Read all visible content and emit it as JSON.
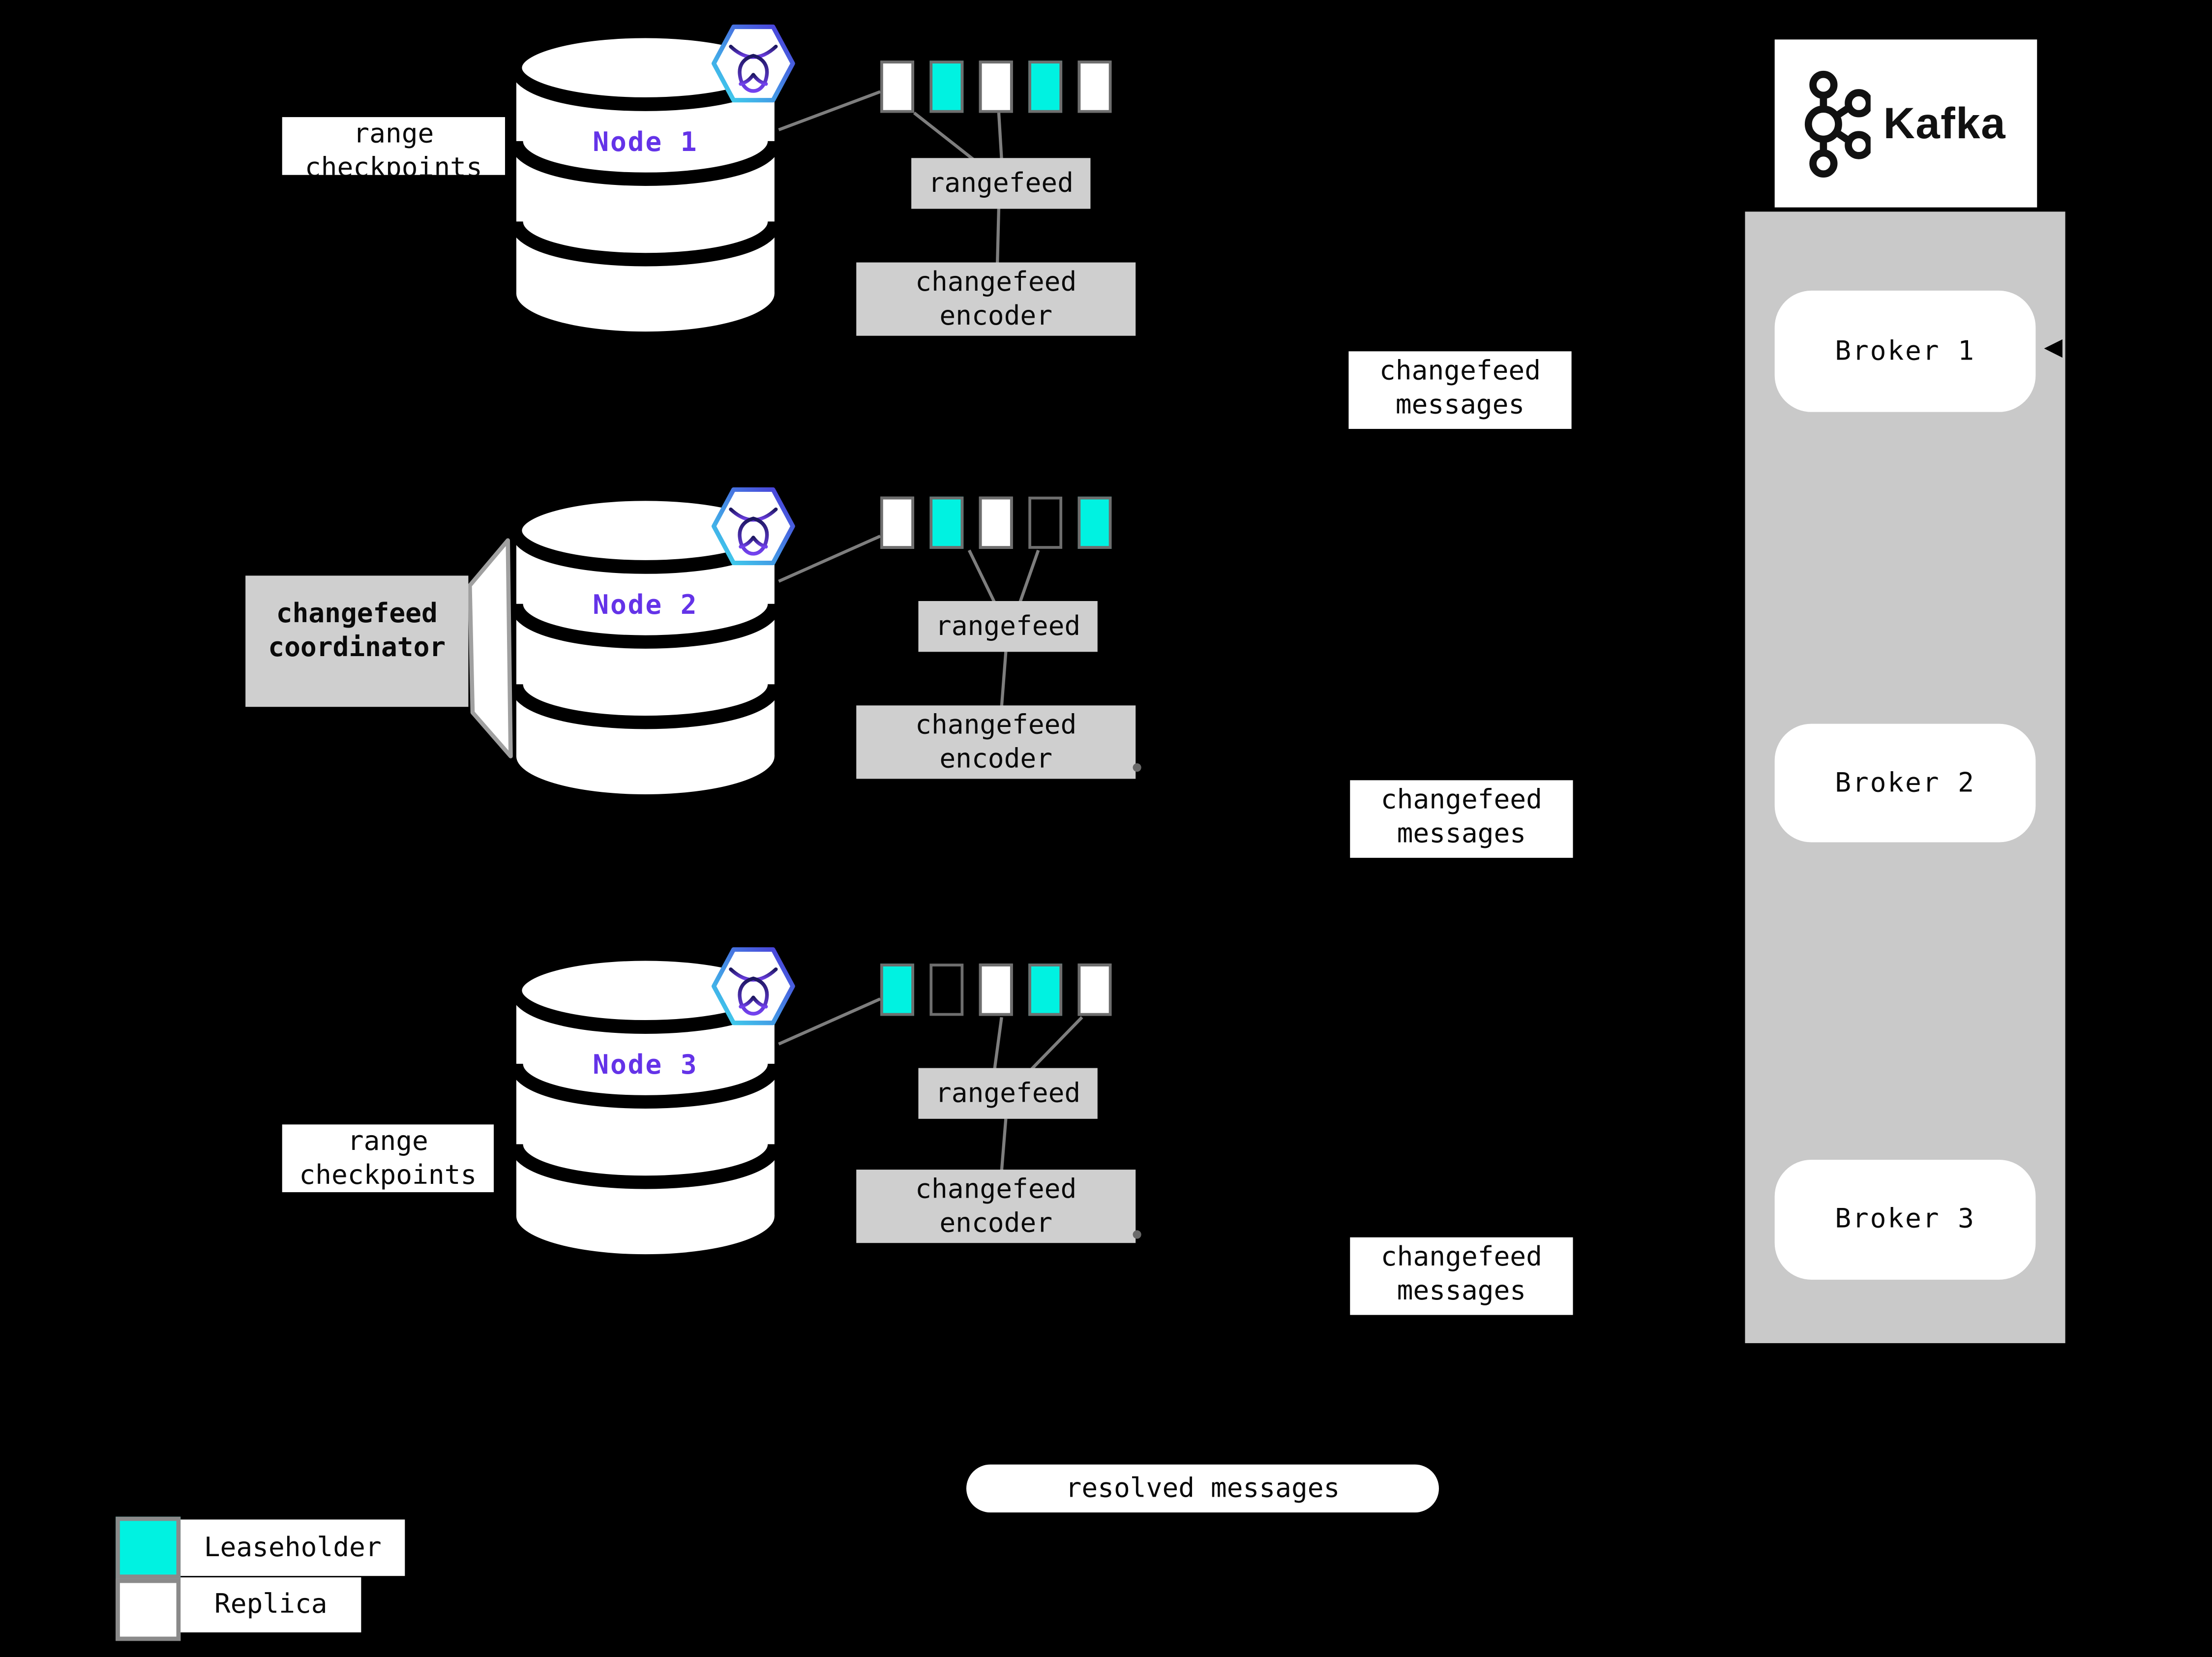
{
  "nodes": [
    {
      "label": "Node 1",
      "rangefeed_label": "rangefeed",
      "encoder_line1": "changefeed",
      "encoder_line2": "encoder",
      "ranges": [
        "replica",
        "leaseholder",
        "replica",
        "leaseholder",
        "replica"
      ]
    },
    {
      "label": "Node 2",
      "rangefeed_label": "rangefeed",
      "encoder_line1": "changefeed",
      "encoder_line2": "encoder",
      "ranges": [
        "replica",
        "leaseholder",
        "replica",
        "empty",
        "leaseholder"
      ]
    },
    {
      "label": "Node 3",
      "rangefeed_label": "rangefeed",
      "encoder_line1": "changefeed",
      "encoder_line2": "encoder",
      "ranges": [
        "leaseholder",
        "empty",
        "replica",
        "leaseholder",
        "replica"
      ]
    }
  ],
  "labels": {
    "range_checkpoints_line1": "range",
    "range_checkpoints_line2": "checkpoints",
    "coordinator_line1": "changefeed",
    "coordinator_line2": "coordinator",
    "messages_line1": "changefeed",
    "messages_line2": "messages",
    "resolved_messages": "resolved messages"
  },
  "kafka": {
    "brand": "Kafka",
    "brokers": [
      {
        "label": "Broker 1"
      },
      {
        "label": "Broker 2"
      },
      {
        "label": "Broker 3"
      }
    ]
  },
  "legend": {
    "leaseholder_label": "Leaseholder",
    "replica_label": "Replica"
  },
  "colors": {
    "leaseholder": "#00F2E1",
    "replica": "#FFFFFF",
    "node_label": "#6433E8",
    "gray_box": "#CFCFCF",
    "kafka_container": "#C9C9C9",
    "line": "#7E7E7E",
    "square_border": "#6E6E6E",
    "background": "#000000"
  }
}
